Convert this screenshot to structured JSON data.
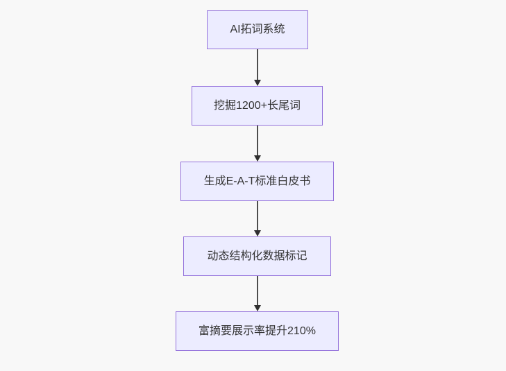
{
  "diagram": {
    "type": "flowchart",
    "direction": "top-down",
    "nodes": [
      {
        "label": "AI拓词系统"
      },
      {
        "label": "挖掘1200+长尾词"
      },
      {
        "label": "生成E-A-T标准白皮书"
      },
      {
        "label": "动态结构化数据标记"
      },
      {
        "label": "富摘要展示率提升210%"
      }
    ],
    "edges": [
      {
        "from": "AI拓词系统",
        "to": "挖掘1200+长尾词"
      },
      {
        "from": "挖掘1200+长尾词",
        "to": "生成E-A-T标准白皮书"
      },
      {
        "from": "生成E-A-T标准白皮书",
        "to": "动态结构化数据标记"
      },
      {
        "from": "动态结构化数据标记",
        "to": "富摘要展示率提升210%"
      }
    ],
    "colors": {
      "background": "#f8f8f8",
      "node_fill": "#ECECFF",
      "node_border": "#9370DB",
      "node_text": "#333333",
      "edge_line": "#4d4d4d",
      "arrowhead": "#2f2f2f"
    }
  }
}
